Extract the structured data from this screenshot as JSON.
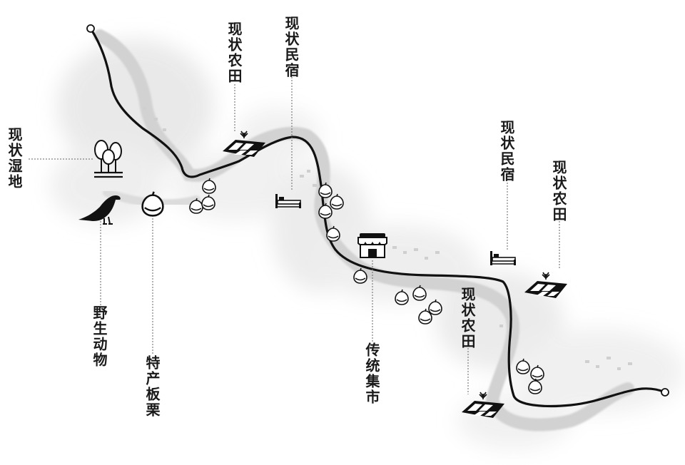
{
  "labels": {
    "wetland": "现状湿地",
    "wildlife": "野生动物",
    "chestnut": "特产板栗",
    "farm_1": "现状农田",
    "homestay_1": "现状民宿",
    "market": "传统集市",
    "farm_2": "现状农田",
    "homestay_2": "现状民宿",
    "farm_3": "现状农田"
  },
  "colors": {
    "route": "#111111",
    "icon": "#111111",
    "river": "#d6d6d6",
    "terrain": "#ececec"
  },
  "icons": [
    "route-start-icon",
    "route-end-icon",
    "wetland-trees-icon",
    "bird-icon",
    "chestnut-icon",
    "farmland-icon",
    "bed-icon",
    "market-stall-icon"
  ]
}
